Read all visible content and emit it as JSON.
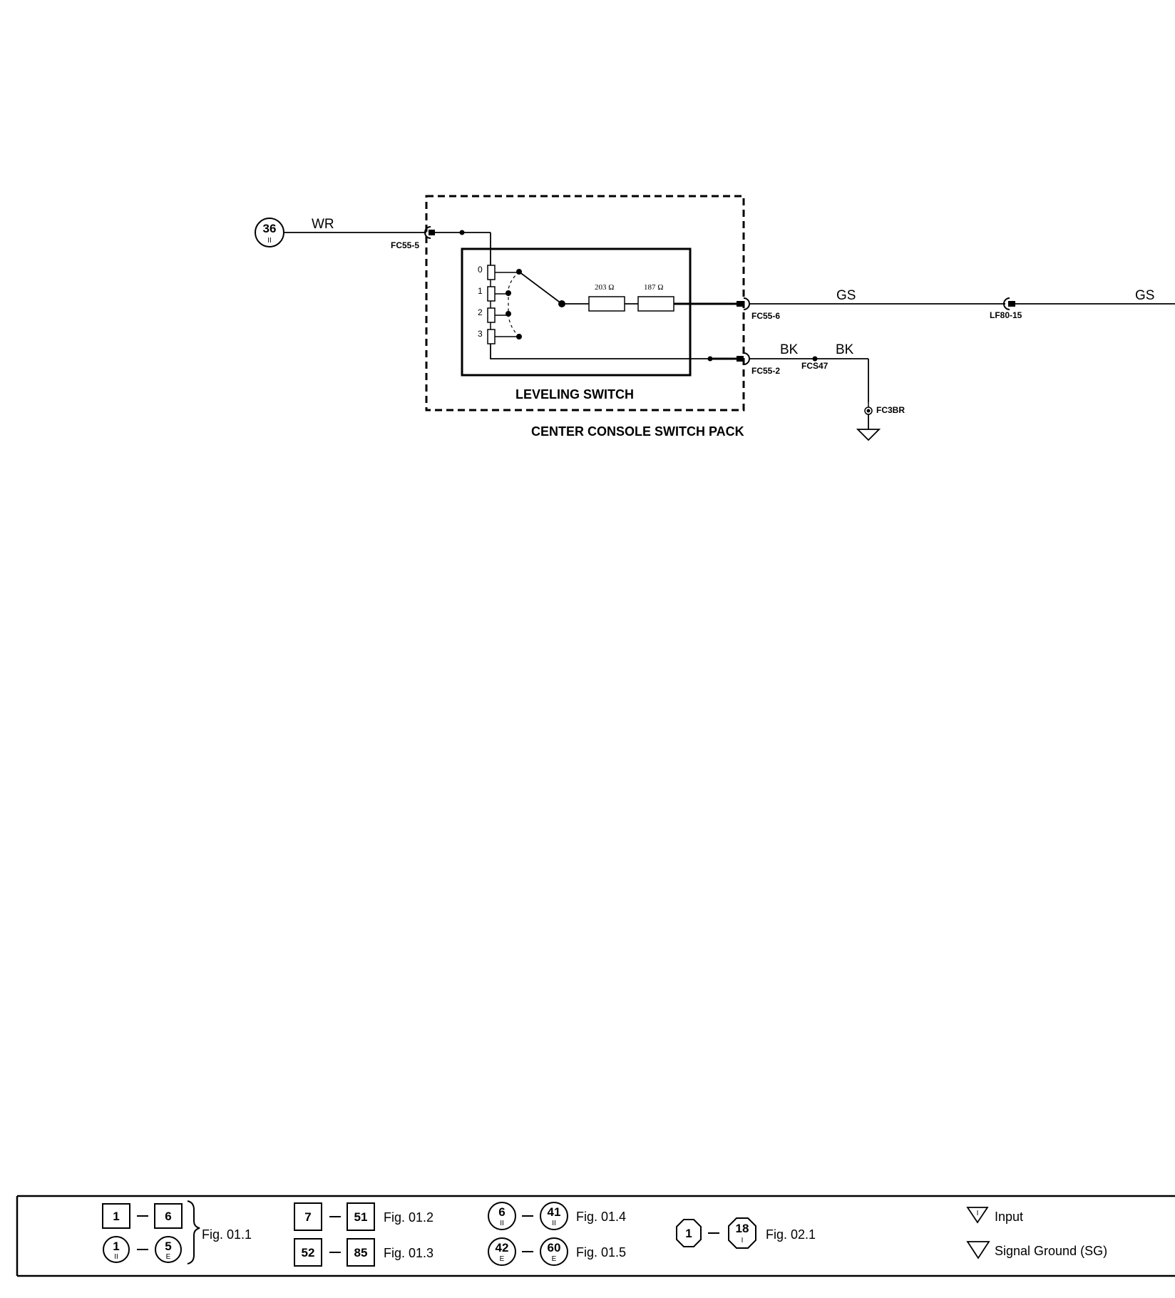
{
  "wires": {
    "input_color": "WR",
    "output_color_1": "GS",
    "output_color_2": "GS",
    "ground_color_1": "BK",
    "ground_color_2": "BK"
  },
  "circuit_ref": {
    "number": "36",
    "sub": "II"
  },
  "connectors": {
    "in_pin": "FC55-5",
    "out_pin": "FC55-6",
    "ground_pin": "FC55-2",
    "splice": "FCS47",
    "far_connector": "LF80-15",
    "ground_point": "FC3BR"
  },
  "switch": {
    "title": "LEVELING SWITCH",
    "positions": [
      "0",
      "1",
      "2",
      "3"
    ],
    "resistor_1": "203 Ω",
    "resistor_2": "187 Ω"
  },
  "pack_title": "CENTER CONSOLE SWITCH PACK",
  "legend": {
    "fig_011": "Fig. 01.1",
    "fig_012": "Fig. 01.2",
    "fig_013": "Fig. 01.3",
    "fig_014": "Fig. 01.4",
    "fig_015": "Fig. 01.5",
    "fig_021": "Fig. 02.1",
    "box_1a": "1",
    "box_1b": "6",
    "circ_1a": "1",
    "circ_1a_sub": "II",
    "circ_1b": "5",
    "circ_1b_sub": "E",
    "box_2a": "7",
    "box_2b": "51",
    "box_3a": "52",
    "box_3b": "85",
    "circ_4a": "6",
    "circ_4a_sub": "II",
    "circ_4b": "41",
    "circ_4b_sub": "II",
    "circ_5a": "42",
    "circ_5a_sub": "E",
    "circ_5b": "60",
    "circ_5b_sub": "E",
    "oct_a": "1",
    "oct_b": "18",
    "oct_b_sub": "I",
    "input_label": "Input",
    "input_symbol_mark": "I",
    "sg_label": "Signal Ground (SG)"
  }
}
